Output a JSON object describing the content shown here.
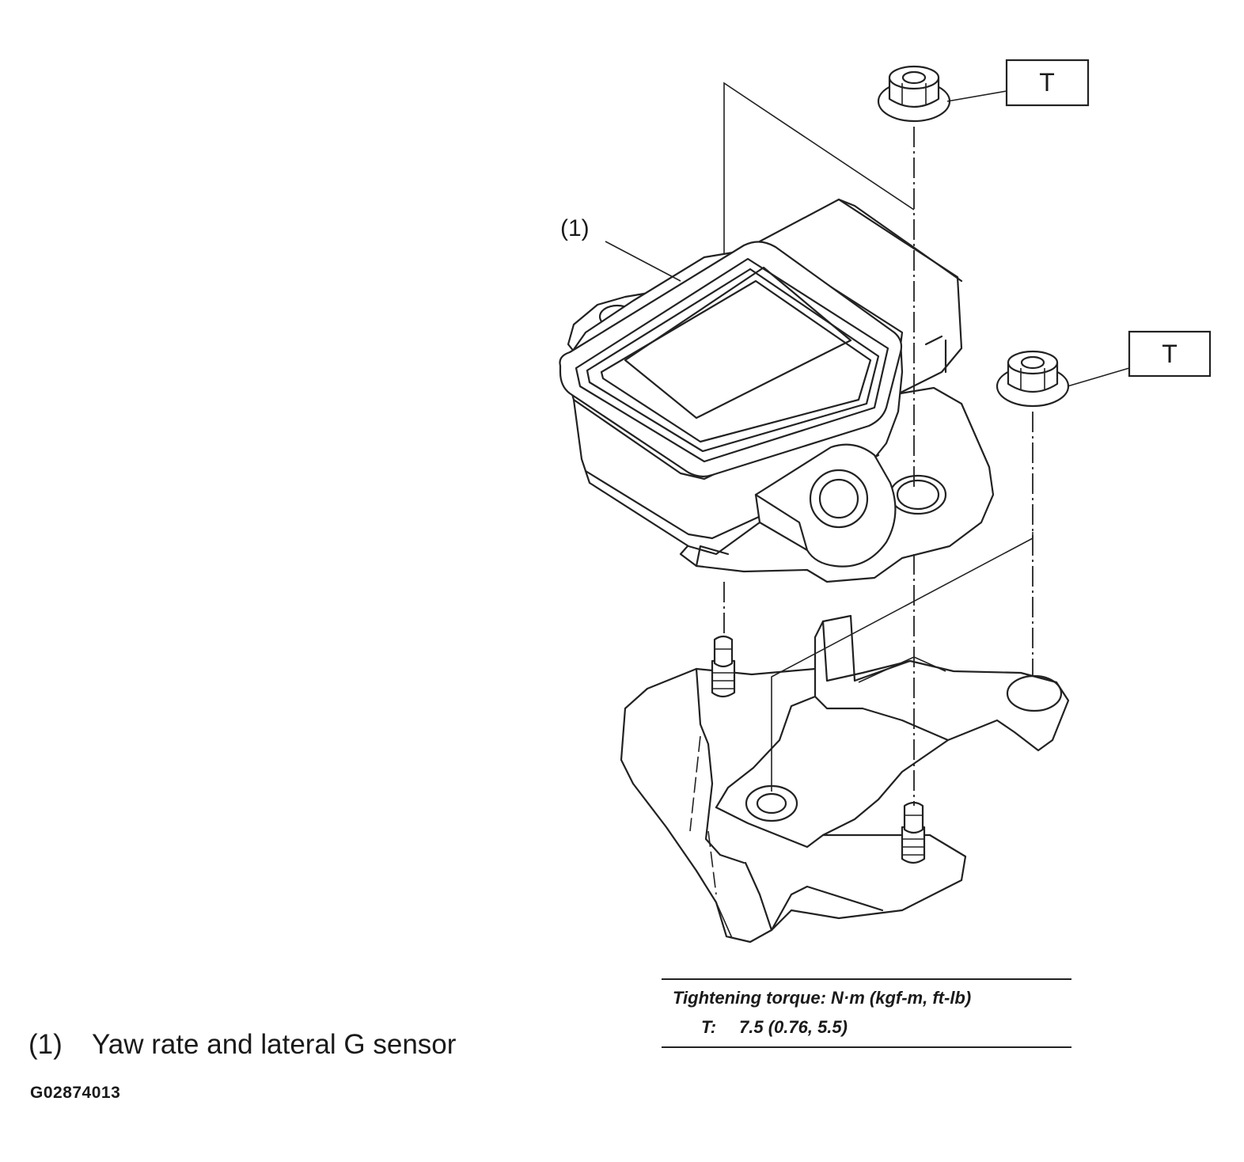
{
  "callouts": {
    "part_1": "(1)",
    "torque_t_a": "T",
    "torque_t_b": "T"
  },
  "torque_table": {
    "header": "Tightening torque: N·m (kgf-m, ft-lb)",
    "rows": [
      {
        "key": "T:",
        "value": "7.5 (0.76, 5.5)"
      }
    ]
  },
  "legend": [
    {
      "number": "(1)",
      "text": "Yaw rate and lateral G sensor"
    }
  ],
  "figure_id": "G02874013"
}
